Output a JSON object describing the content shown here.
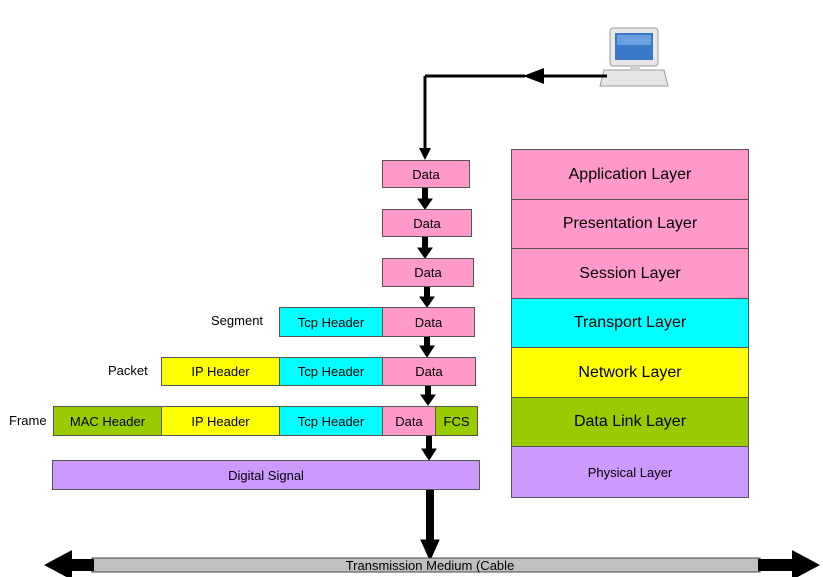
{
  "encapsulation": {
    "data_label": "Data",
    "tcp_header": "Tcp Header",
    "ip_header": "IP Header",
    "mac_header": "MAC Header",
    "fcs": "FCS",
    "digital_signal": "Digital Signal",
    "segment_label": "Segment",
    "packet_label": "Packet",
    "frame_label": "Frame"
  },
  "osi_layers": [
    {
      "name": "Application Layer",
      "color": "#ff99cc"
    },
    {
      "name": "Presentation Layer",
      "color": "#ff99cc"
    },
    {
      "name": "Session Layer",
      "color": "#ff99cc"
    },
    {
      "name": "Transport Layer",
      "color": "#00ffff"
    },
    {
      "name": "Network Layer",
      "color": "#ffff00"
    },
    {
      "name": "Data Link Layer",
      "color": "#99cc00"
    },
    {
      "name": "Physical Layer",
      "color": "#cc99ff"
    }
  ],
  "medium_label": "Transmission Medium (Cable",
  "icons": {
    "computer": "computer-icon"
  }
}
